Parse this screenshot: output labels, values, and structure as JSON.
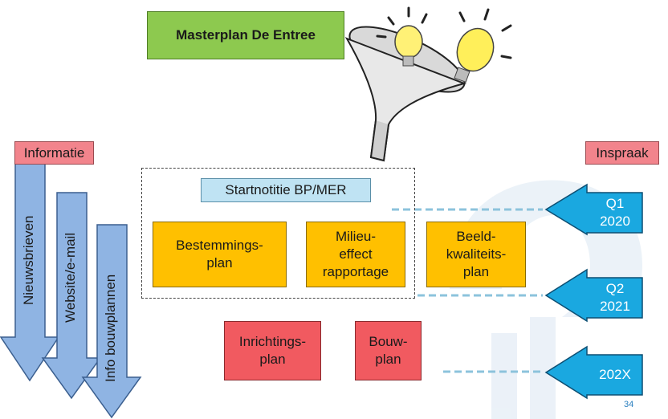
{
  "title": "Masterplan De Entree",
  "labels": {
    "informatie": "Informatie",
    "inspraak": "Inspraak",
    "startnotitie": "Startnotitie BP/MER"
  },
  "info_arrows": [
    "Nieuwsbrieven",
    "Website/e-mail",
    "Info bouwplannen"
  ],
  "plans": {
    "bestemmingsplan": "Bestemmings-\nplan",
    "milieu": "Milieu-\neffect\nrapportage",
    "beeld": "Beeld-\nkwaliteits-\nplan",
    "inrichting": "Inrichtings-\nplan",
    "bouw": "Bouw-\nplan"
  },
  "milestones": [
    "Q1\n2020",
    "Q2\n2021",
    "202X"
  ],
  "page_number": "34",
  "colors": {
    "title_green": "#8dc94f",
    "pink": "#f2848c",
    "light_blue": "#bfe3f3",
    "orange": "#ffc000",
    "red": "#f15a60",
    "arrow_blue": "#1aa8e0",
    "info_arrow_blue": "#8fb4e3"
  },
  "icons": [
    "funnel-icon",
    "lightbulb-icon"
  ]
}
